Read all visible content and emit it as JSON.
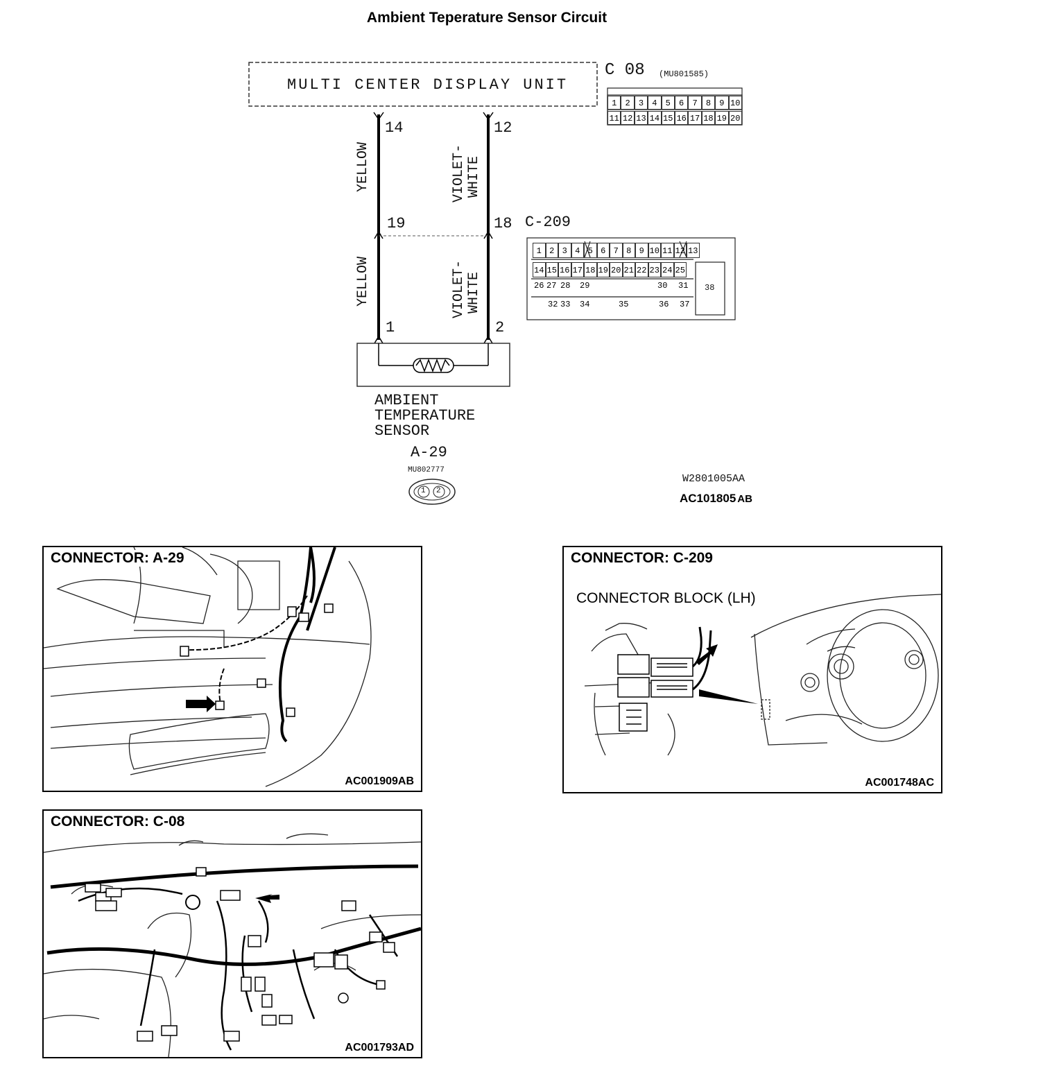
{
  "title": "Ambient Teperature Sensor Circuit",
  "display_unit": {
    "label": "MULTI CENTER DISPLAY UNIT"
  },
  "connector_c08": {
    "id": "C 08",
    "part": "(MU801585)",
    "row1": [
      "1",
      "2",
      "3",
      "4",
      "5",
      "6",
      "7",
      "8",
      "9",
      "10"
    ],
    "row2": [
      "11",
      "12",
      "13",
      "14",
      "15",
      "16",
      "17",
      "18",
      "19",
      "20"
    ]
  },
  "wires": {
    "pin14": "14",
    "pin12": "12",
    "pin19": "19",
    "pin18": "18",
    "pin1": "1",
    "pin2": "2",
    "left_color": "YELLOW",
    "right_color_1": "VIOLET-",
    "right_color_2": "WHITE"
  },
  "connector_c209": {
    "id": "C-209",
    "row1": [
      "1",
      "2",
      "3",
      "4",
      "5",
      "6",
      "7",
      "8",
      "9",
      "10",
      "11",
      "12",
      "13"
    ],
    "row2": [
      "14",
      "15",
      "16",
      "17",
      "18",
      "19",
      "20",
      "21",
      "22",
      "23",
      "24",
      "25"
    ],
    "row3": [
      "26",
      "27",
      "28",
      "29",
      "30",
      "31",
      "38"
    ],
    "row4": [
      "32",
      "33",
      "34",
      "35",
      "36",
      "37"
    ]
  },
  "sensor": {
    "line1": "AMBIENT",
    "line2": "TEMPERATURE",
    "line3": "SENSOR",
    "id": "A-29",
    "part": "MU802777",
    "pins": [
      "1",
      "2"
    ]
  },
  "codes": {
    "w_code": "W2801005AA",
    "ac_code": "AC101805",
    "ac_suffix": "AB"
  },
  "panels": {
    "a29": {
      "label": "CONNECTOR: A-29",
      "code": "AC001909AB"
    },
    "c209": {
      "label": "CONNECTOR: C-209",
      "sublabel": "CONNECTOR BLOCK (LH)",
      "code": "AC001748AC"
    },
    "c08": {
      "label": "CONNECTOR: C-08",
      "code": "AC001793AD"
    }
  }
}
